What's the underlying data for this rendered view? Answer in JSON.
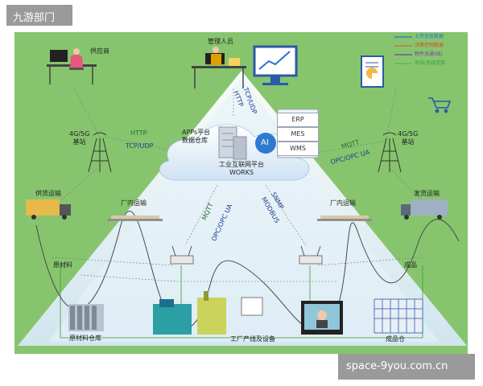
{
  "watermarks": {
    "top_left": "九游部门",
    "bottom_right": "space-9you.com.cn"
  },
  "nodes": {
    "supplier": "供应商",
    "manager": "管理人员",
    "station_left": "4G/5G\n基站",
    "station_right": "4G/5G\n基站",
    "apps_platform": "APPs平台\n数据仓库",
    "iiot_platform": "工业互联网平台\nWORKS",
    "ai": "AI",
    "supply_transport": "供货运输",
    "factory_transport_left": "厂内运输",
    "factory_transport_right": "厂内运输",
    "delivery_transport": "发货运输",
    "raw_material": "原材料",
    "finished_product": "成品",
    "raw_warehouse": "原材料仓库",
    "production_line": "工厂产线及设备",
    "product_warehouse": "成品仓"
  },
  "systems": [
    "ERP",
    "MES",
    "WMS"
  ],
  "protocols": {
    "http_left_top": "HTTP",
    "tcp_left": "TCP/UDP",
    "tcp_top": "TCP/UDP",
    "http_top": "HTTP",
    "mqtt_right": "MQTT",
    "opc_right": "OPC/OPC UA",
    "mqtt_bottom": "MQTT",
    "opc_bottom": "OPC/OPC UA",
    "snmp": "SNMP",
    "modbus": "MODBUS"
  },
  "legend": [
    {
      "label": "上传信息数据",
      "color": "#2a6fd6"
    },
    {
      "label": "决策控制数据",
      "color": "#d64a2a"
    },
    {
      "label": "物件流通(线)",
      "color": "#7a3fb0"
    },
    {
      "label": "有线/无线连接",
      "color": "#3a9a3a"
    }
  ]
}
